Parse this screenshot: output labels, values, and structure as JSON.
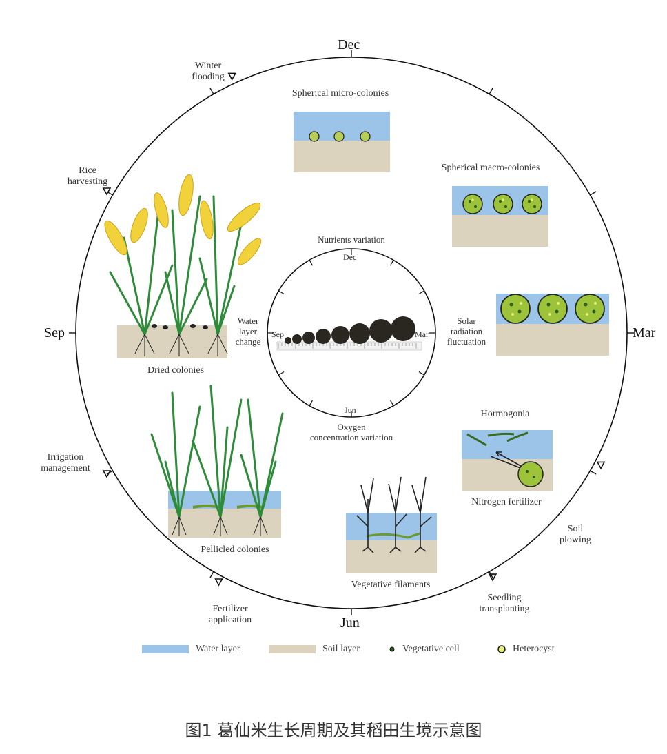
{
  "months": {
    "top": "Dec",
    "right": "Mar",
    "bottom": "Jun",
    "left": "Sep"
  },
  "inner_months": {
    "top": "Dec",
    "right": "Mar",
    "bottom": "Jun",
    "left": "Sep"
  },
  "inner_labels": {
    "top": "Nutrients variation",
    "right": "Solar\nradiation\nfluctuation",
    "bottom": "Oxygen\nconcentration variation",
    "left": "Water\nlayer\nchange"
  },
  "field_events": [
    {
      "id": "winter-flooding",
      "label": "Winter\nflooding"
    },
    {
      "id": "rice-harvesting",
      "label": "Rice\nharvesting"
    },
    {
      "id": "irrigation-management",
      "label": "Irrigation\nmanagement"
    },
    {
      "id": "fertilizer-application",
      "label": "Fertilizer\napplication"
    },
    {
      "id": "seedling-transplanting",
      "label": "Seedling\ntransplanting"
    },
    {
      "id": "soil-plowing",
      "label": "Soil\nplowing"
    }
  ],
  "panels": {
    "spherical_micro": "Spherical micro-colonies",
    "spherical_macro": "Spherical macro-colonies",
    "hormogonia": "Hormogonia",
    "nitrogen_fertilizer": "Nitrogen fertilizer",
    "vegetative_filaments": "Vegetative filaments",
    "pellicled_colonies": "Pellicled colonies",
    "dried_colonies": "Dried colonies"
  },
  "legend": {
    "water": "Water layer",
    "soil": "Soil layer",
    "vegetative": "Vegetative cell",
    "heterocyst": "Heterocyst"
  },
  "caption": "图1 葛仙米生长周期及其稻田生境示意图",
  "colors": {
    "water": "#9cc3e8",
    "soil": "#dcd3bf",
    "colony_green": "#9cc33a",
    "leaf": "#2e8b3a",
    "grain": "#f2d23a"
  }
}
